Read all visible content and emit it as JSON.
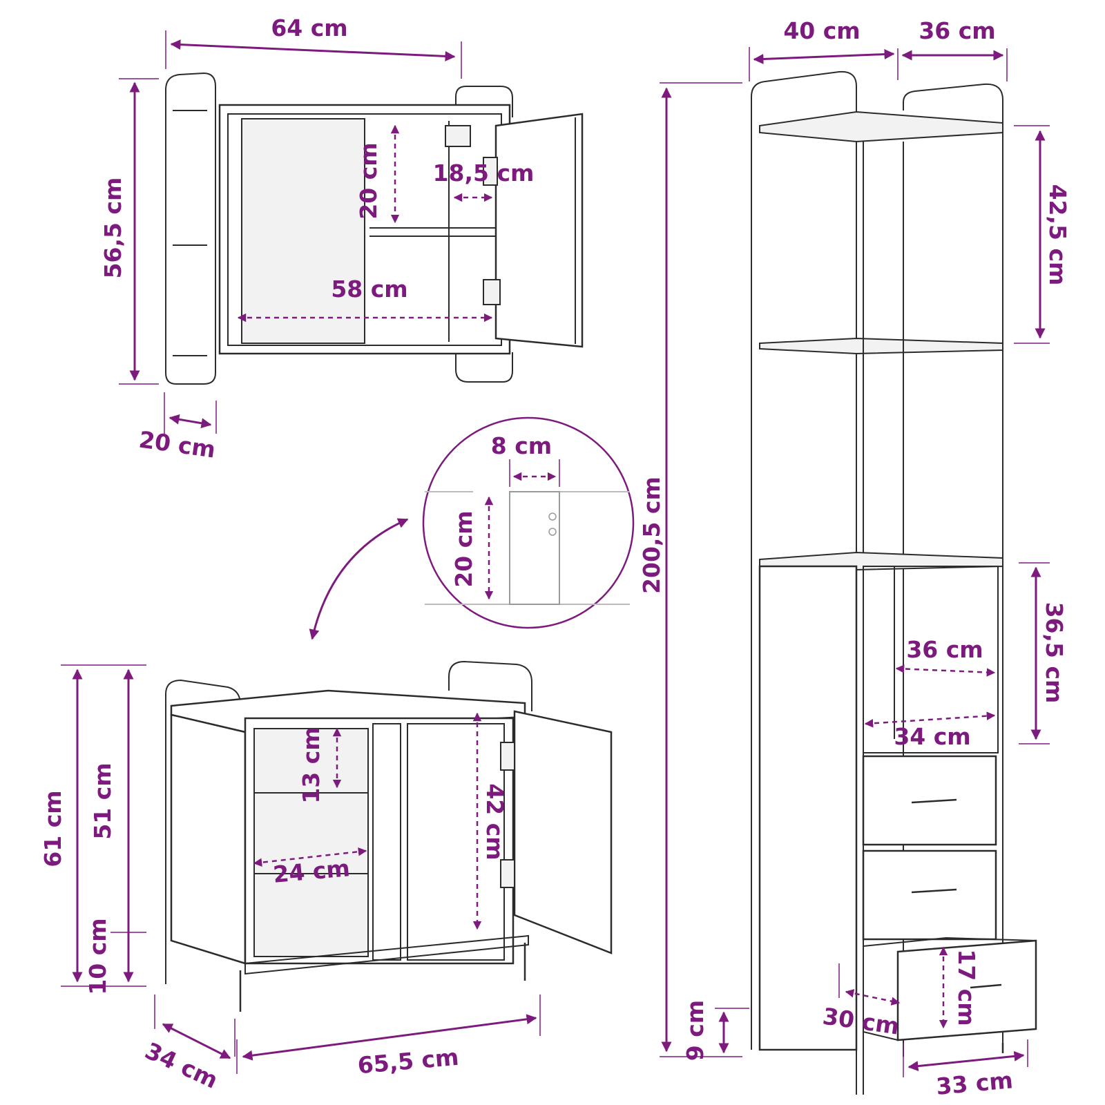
{
  "colors": {
    "accent": "#7d1a7e",
    "line": "#2b2b2b",
    "tick": "#7d1a7e"
  },
  "mirror_cabinet": {
    "width": "64 cm",
    "height": "56,5 cm",
    "depth": "20 cm",
    "inner_width": "58 cm",
    "shelf_height": "20 cm",
    "shelf_depth": "18,5 cm"
  },
  "detail_circle": {
    "notch_width": "8 cm",
    "notch_height": "20 cm"
  },
  "sink_cabinet": {
    "total_height": "61 cm",
    "body_height": "51 cm",
    "leg_height": "10 cm",
    "depth": "34 cm",
    "width": "65,5 cm",
    "shelf_gap": "13 cm",
    "shelf_width": "24 cm",
    "door_height": "42 cm"
  },
  "tall_cabinet": {
    "width": "40 cm",
    "side_depth": "36 cm",
    "total_height": "200,5 cm",
    "top_compartment": "42,5 cm",
    "middle_compartment": "36,5 cm",
    "inner_width": "36 cm",
    "inner_depth": "34 cm",
    "drawer_height": "17 cm",
    "drawer_depth": "30 cm",
    "drawer_width": "33 cm",
    "foot_height": "9 cm"
  }
}
